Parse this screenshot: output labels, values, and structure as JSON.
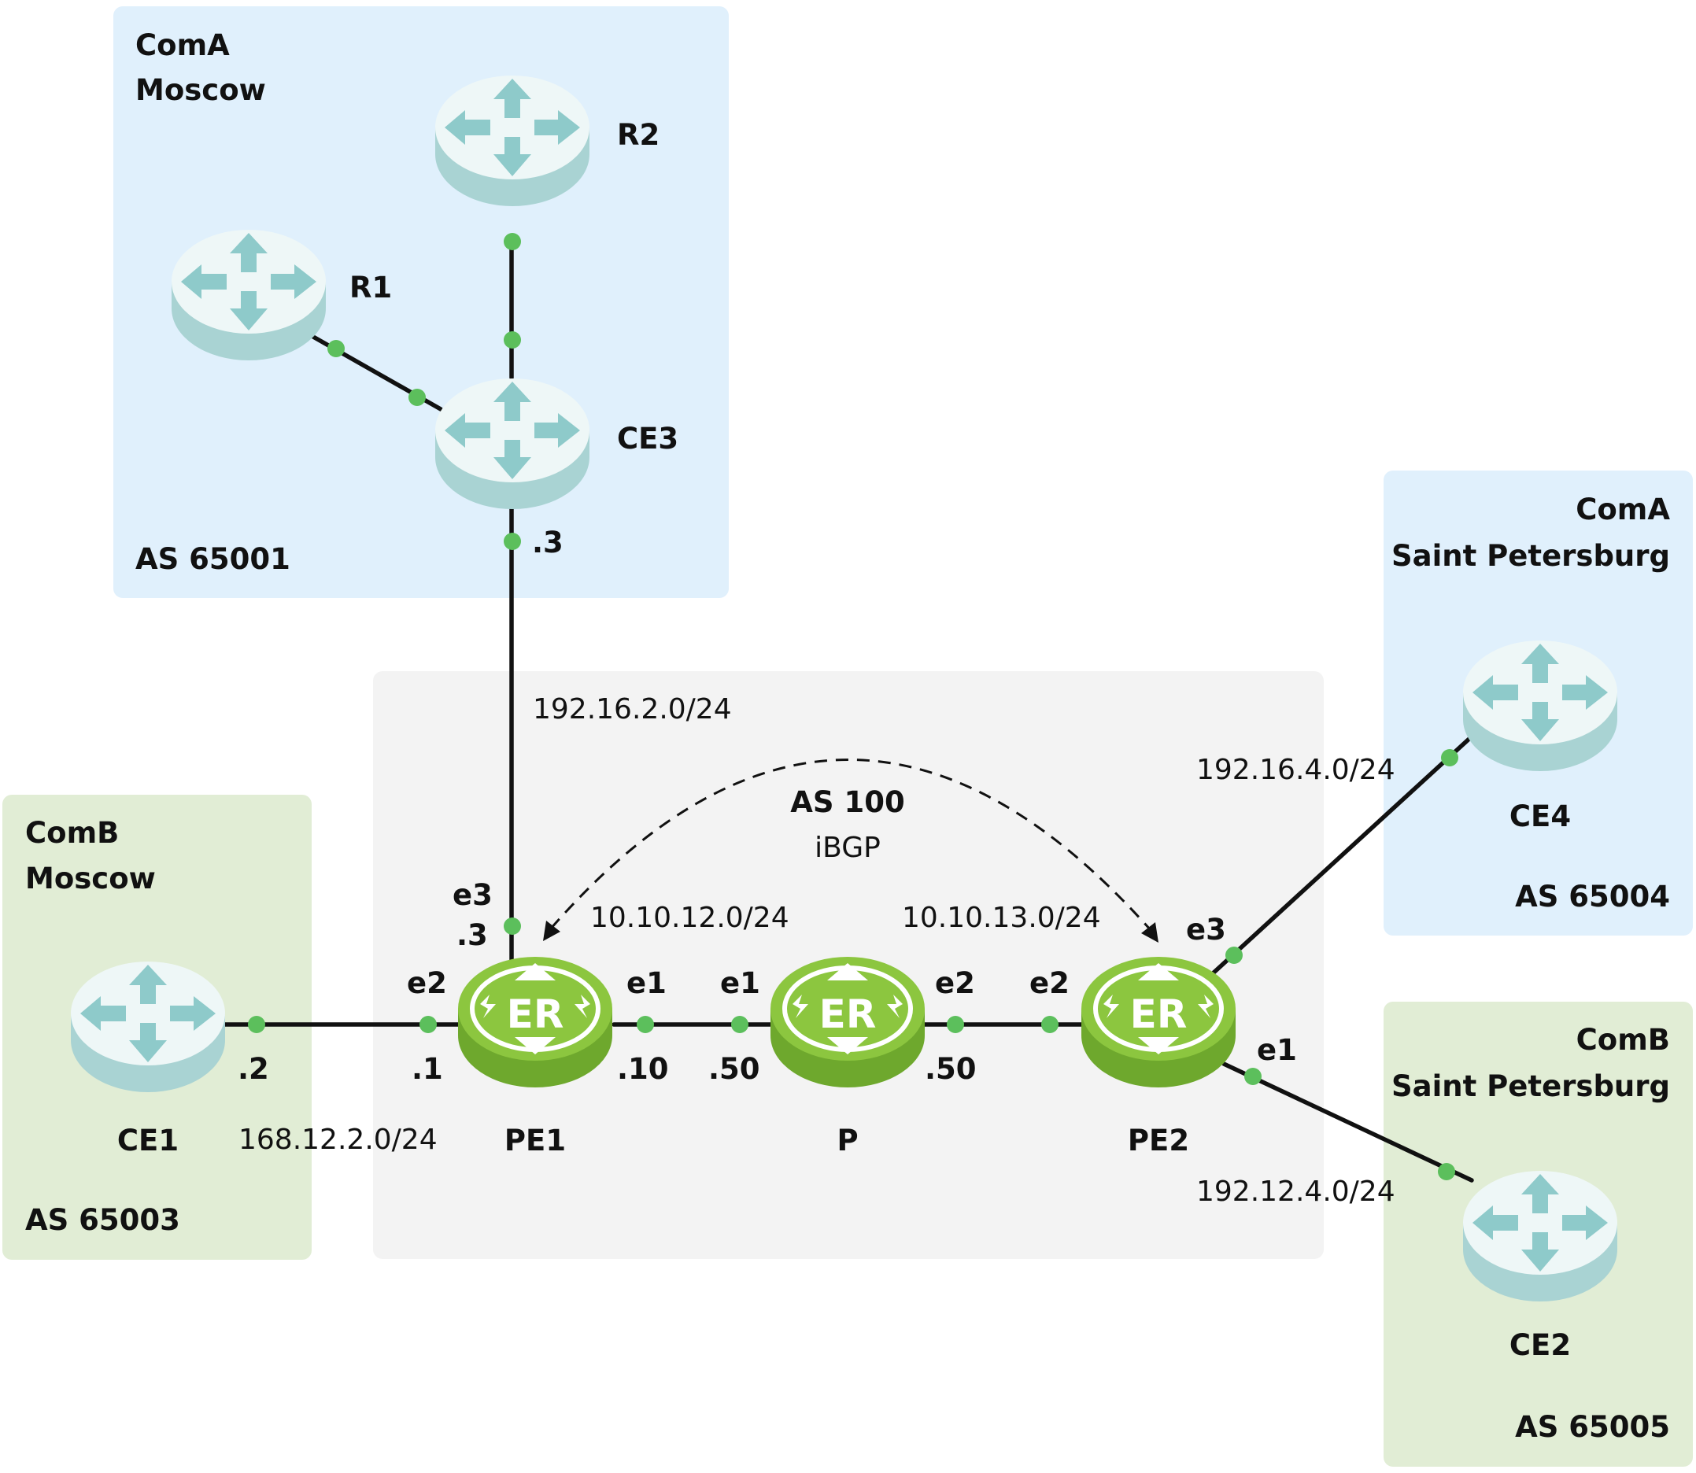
{
  "zones": {
    "coma_moscow": {
      "line1": "ComA",
      "line2": "Moscow",
      "as": "AS 65001"
    },
    "comb_moscow": {
      "line1": "ComB",
      "line2": "Moscow",
      "as": "AS 65003"
    },
    "coma_spb": {
      "line1": "ComA",
      "line2": "Saint Petersburg",
      "as": "AS 65004"
    },
    "comb_spb": {
      "line1": "ComB",
      "line2": "Saint Petersburg",
      "as": "AS 65005"
    },
    "provider": {
      "as": "AS 100",
      "protocol": "iBGP"
    }
  },
  "routers": {
    "r1": "R1",
    "r2": "R2",
    "ce3": "CE3",
    "ce1": "CE1",
    "pe1": "PE1",
    "p": "P",
    "pe2": "PE2",
    "ce4": "CE4",
    "ce2": "CE2"
  },
  "edge_router_logo": "ER",
  "networks": {
    "ce3_pe1": "192.16.2.0/24",
    "ce1_pe1": "168.12.2.0/24",
    "pe1_p": "10.10.12.0/24",
    "p_pe2": "10.10.13.0/24",
    "pe2_ce4": "192.16.4.0/24",
    "pe2_ce2": "192.12.4.0/24"
  },
  "interfaces": {
    "ce3_addr": ".3",
    "pe1_e3": "e3",
    "pe1_e3_addr": ".3",
    "ce1_addr": ".2",
    "pe1_e2": "e2",
    "pe1_e2_addr": ".1",
    "pe1_e1": "e1",
    "pe1_e1_addr": ".10",
    "p_e1": "e1",
    "p_e1_addr": ".50",
    "p_e2": "e2",
    "p_e2_addr": ".50",
    "pe2_e2": "e2",
    "pe2_e3": "e3",
    "pe2_e1": "e1"
  },
  "colors": {
    "zone_blue": "#e0f0fc",
    "zone_green": "#e1edd5",
    "zone_grey": "#f3f3f3",
    "router_body": "#eef7f7",
    "router_base": "#a9d3d3",
    "router_arrow": "#8ecaca",
    "edge_router": "#8cc63f",
    "edge_router_dark": "#6ea82d",
    "link": "#111111",
    "port": "#5cbf5c"
  }
}
